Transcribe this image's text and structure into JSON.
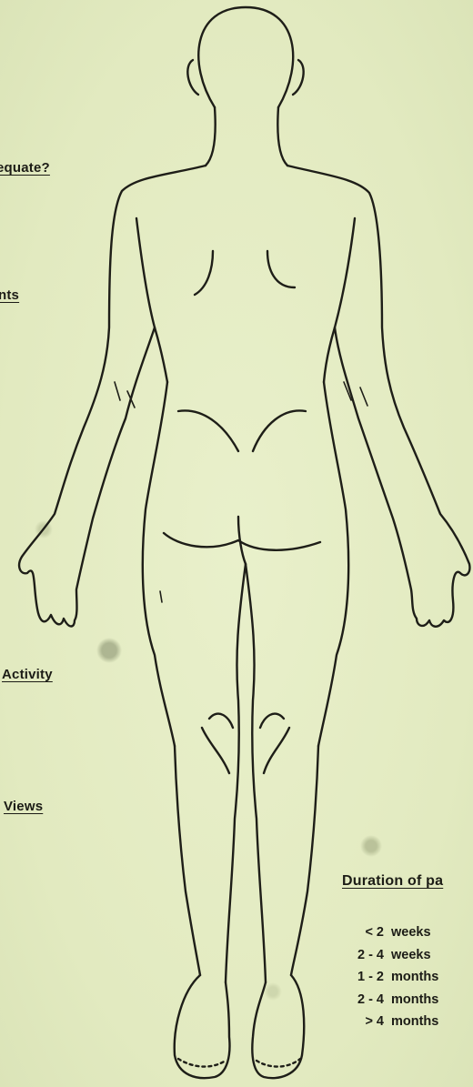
{
  "left_margin_labels": [
    {
      "id": "adequate",
      "text": "equate?"
    },
    {
      "id": "nts",
      "text": "nts"
    },
    {
      "id": "activity",
      "text": "Activity"
    },
    {
      "id": "views",
      "text": "Views"
    }
  ],
  "duration_section": {
    "title": "Duration of pa",
    "options": [
      {
        "range": "< 2",
        "unit": "weeks"
      },
      {
        "range": "2 - 4",
        "unit": "weeks"
      },
      {
        "range": "1 - 2",
        "unit": "months"
      },
      {
        "range": "2 - 4",
        "unit": "months"
      },
      {
        "range": "> 4",
        "unit": "months"
      }
    ]
  },
  "colors": {
    "paper": "#e6eec6",
    "ink": "#1c1c16"
  }
}
